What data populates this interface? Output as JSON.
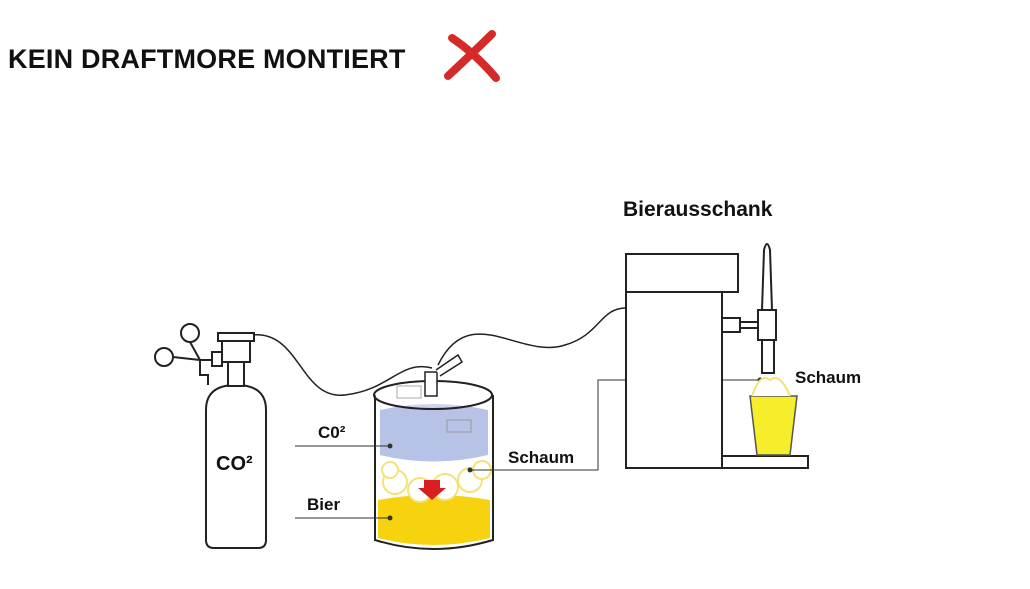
{
  "title": "KEIN DRAFTMORE MONTIERT",
  "status_icon": "red-x-icon",
  "colors": {
    "x_mark": "#d42a2a",
    "beer": "#f6d20f",
    "co2": "#b6c3e6",
    "arrow": "#d82020"
  },
  "diagram": {
    "heading": "Bierausschank",
    "tank_label": "CO²",
    "keg_co2_label": "C0²",
    "keg_beer_label": "Bier",
    "keg_foam_label": "Schaum",
    "glass_foam_label": "Schaum"
  }
}
